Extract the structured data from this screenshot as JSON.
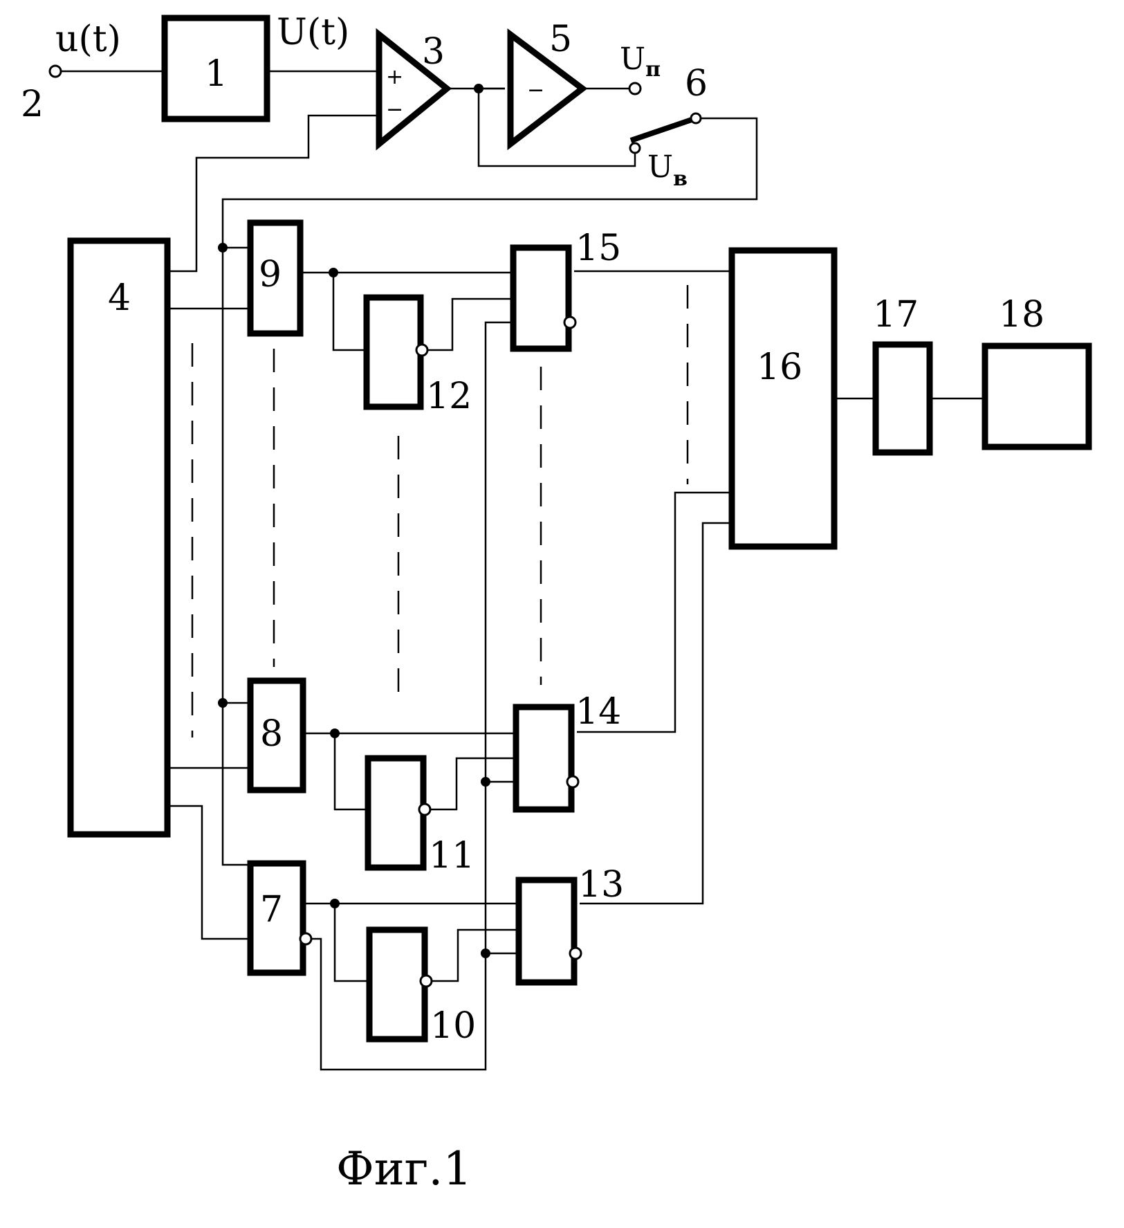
{
  "signals": {
    "input_lower": "u(t)",
    "input_upper": "U(t)",
    "output_p_main": "U",
    "output_p_sub": "п",
    "output_v_main": "U",
    "output_v_sub": "в"
  },
  "amplifier_signs": {
    "plus": "+",
    "minus": "−",
    "inverter_minus": "−"
  },
  "blocks": {
    "b1": "1",
    "b2": "2",
    "b3": "3",
    "b4": "4",
    "b5": "5",
    "b6": "6",
    "b7": "7",
    "b8": "8",
    "b9": "9",
    "b10": "10",
    "b11": "11",
    "b12": "12",
    "b13": "13",
    "b14": "14",
    "b15": "15",
    "b16": "16",
    "b17": "17",
    "b18": "18"
  },
  "caption": "Фиг.1"
}
